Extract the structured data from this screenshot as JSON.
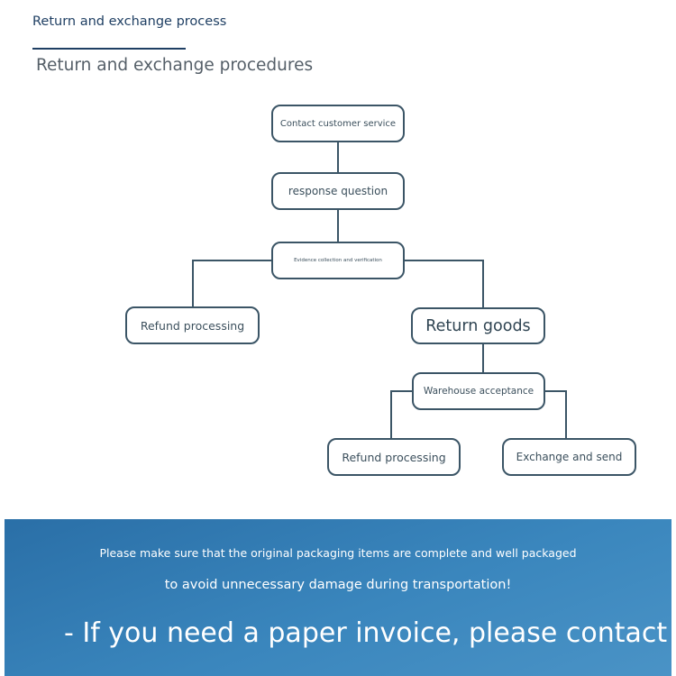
{
  "header": {
    "title": "Return and exchange process"
  },
  "section": {
    "title": "Return and exchange procedures"
  },
  "flowchart": {
    "nodes": {
      "contact": "Contact customer service",
      "response": "response question",
      "evidence": "Evidence collection and verification",
      "refund_left": "Refund processing",
      "return_goods": "Return goods",
      "warehouse": "Warehouse acceptance",
      "refund_bottom": "Refund processing",
      "exchange": "Exchange and send"
    }
  },
  "banner": {
    "line1": "Please make sure that the original packaging items are complete and well packaged",
    "line2": "to avoid unnecessary damage during transportation!",
    "line3": "- If you need a paper invoice, please contact"
  },
  "colors": {
    "connector": "#3b5566",
    "banner_start": "#2a6fa7",
    "banner_end": "#4a93c6"
  }
}
